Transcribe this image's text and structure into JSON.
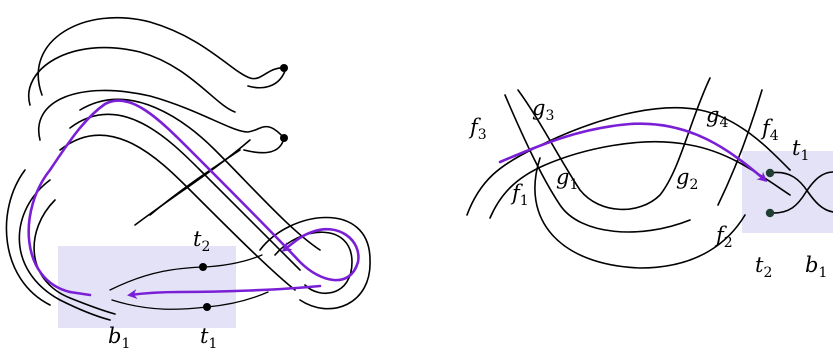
{
  "colors": {
    "highlight_path": "#7a1fd6",
    "shaded_box": "#e3e2f7",
    "strand": "#000000",
    "marked_point": "#000000",
    "marked_point_right": "#1f3f33"
  },
  "left_diagram": {
    "labels": {
      "t2": {
        "base": "t",
        "sub": "2"
      },
      "t1": {
        "base": "t",
        "sub": "1"
      },
      "b1": {
        "base": "b",
        "sub": "1"
      }
    }
  },
  "right_diagram": {
    "labels": {
      "f3": {
        "base": "f",
        "sub": "3"
      },
      "g3": {
        "base": "g",
        "sub": "3"
      },
      "f1": {
        "base": "f",
        "sub": "1"
      },
      "g1": {
        "base": "g",
        "sub": "1"
      },
      "g2": {
        "base": "g",
        "sub": "2"
      },
      "g4": {
        "base": "g",
        "sub": "4"
      },
      "f4": {
        "base": "f",
        "sub": "4"
      },
      "t1": {
        "base": "t",
        "sub": "1"
      },
      "f2": {
        "base": "f",
        "sub": "2"
      },
      "t2": {
        "base": "t",
        "sub": "2"
      },
      "b1": {
        "base": "b",
        "sub": "1"
      }
    }
  }
}
